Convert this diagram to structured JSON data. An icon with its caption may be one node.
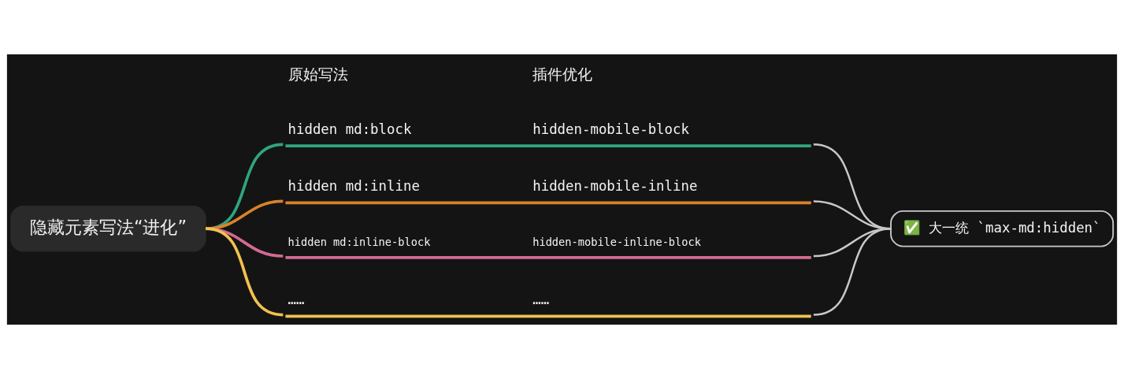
{
  "diagram": {
    "nodes": [
      {
        "text": [
          "隐藏元素写法“进化”"
        ]
      },
      {
        "text": [
          "hidden md:block",
          "hidden-mobile-block"
        ]
      },
      {
        "text": [
          "hidden md:inline",
          "hidden-mobile-inline"
        ]
      },
      {
        "text": [
          "hidden md:inline-block",
          "hidden-mobile-inline-block"
        ]
      },
      {
        "text": [
          "……",
          "……"
        ]
      },
      {
        "text": [
          "✅ 大一统 `max-md:hidden`"
        ]
      }
    ],
    "edges": [
      {
        "from": 0,
        "to": 1,
        "arrow": "none",
        "color": "#2fa57f"
      },
      {
        "from": 0,
        "to": 2,
        "arrow": "none",
        "color": "#d9822b"
      },
      {
        "from": 0,
        "to": 3,
        "arrow": "none",
        "color": "#d36a93"
      },
      {
        "from": 0,
        "to": 4,
        "arrow": "none",
        "color": "#f2c14e"
      },
      {
        "from": 1,
        "to": 5,
        "arrow": "none",
        "color": "#c8c8c8"
      },
      {
        "from": 2,
        "to": 5,
        "arrow": "none",
        "color": "#c8c8c8"
      },
      {
        "from": 3,
        "to": 5,
        "arrow": "none",
        "color": "#c8c8c8"
      },
      {
        "from": 4,
        "to": 5,
        "arrow": "none",
        "color": "#c8c8c8"
      }
    ],
    "labels": [
      "原始写法",
      "插件优化"
    ]
  }
}
